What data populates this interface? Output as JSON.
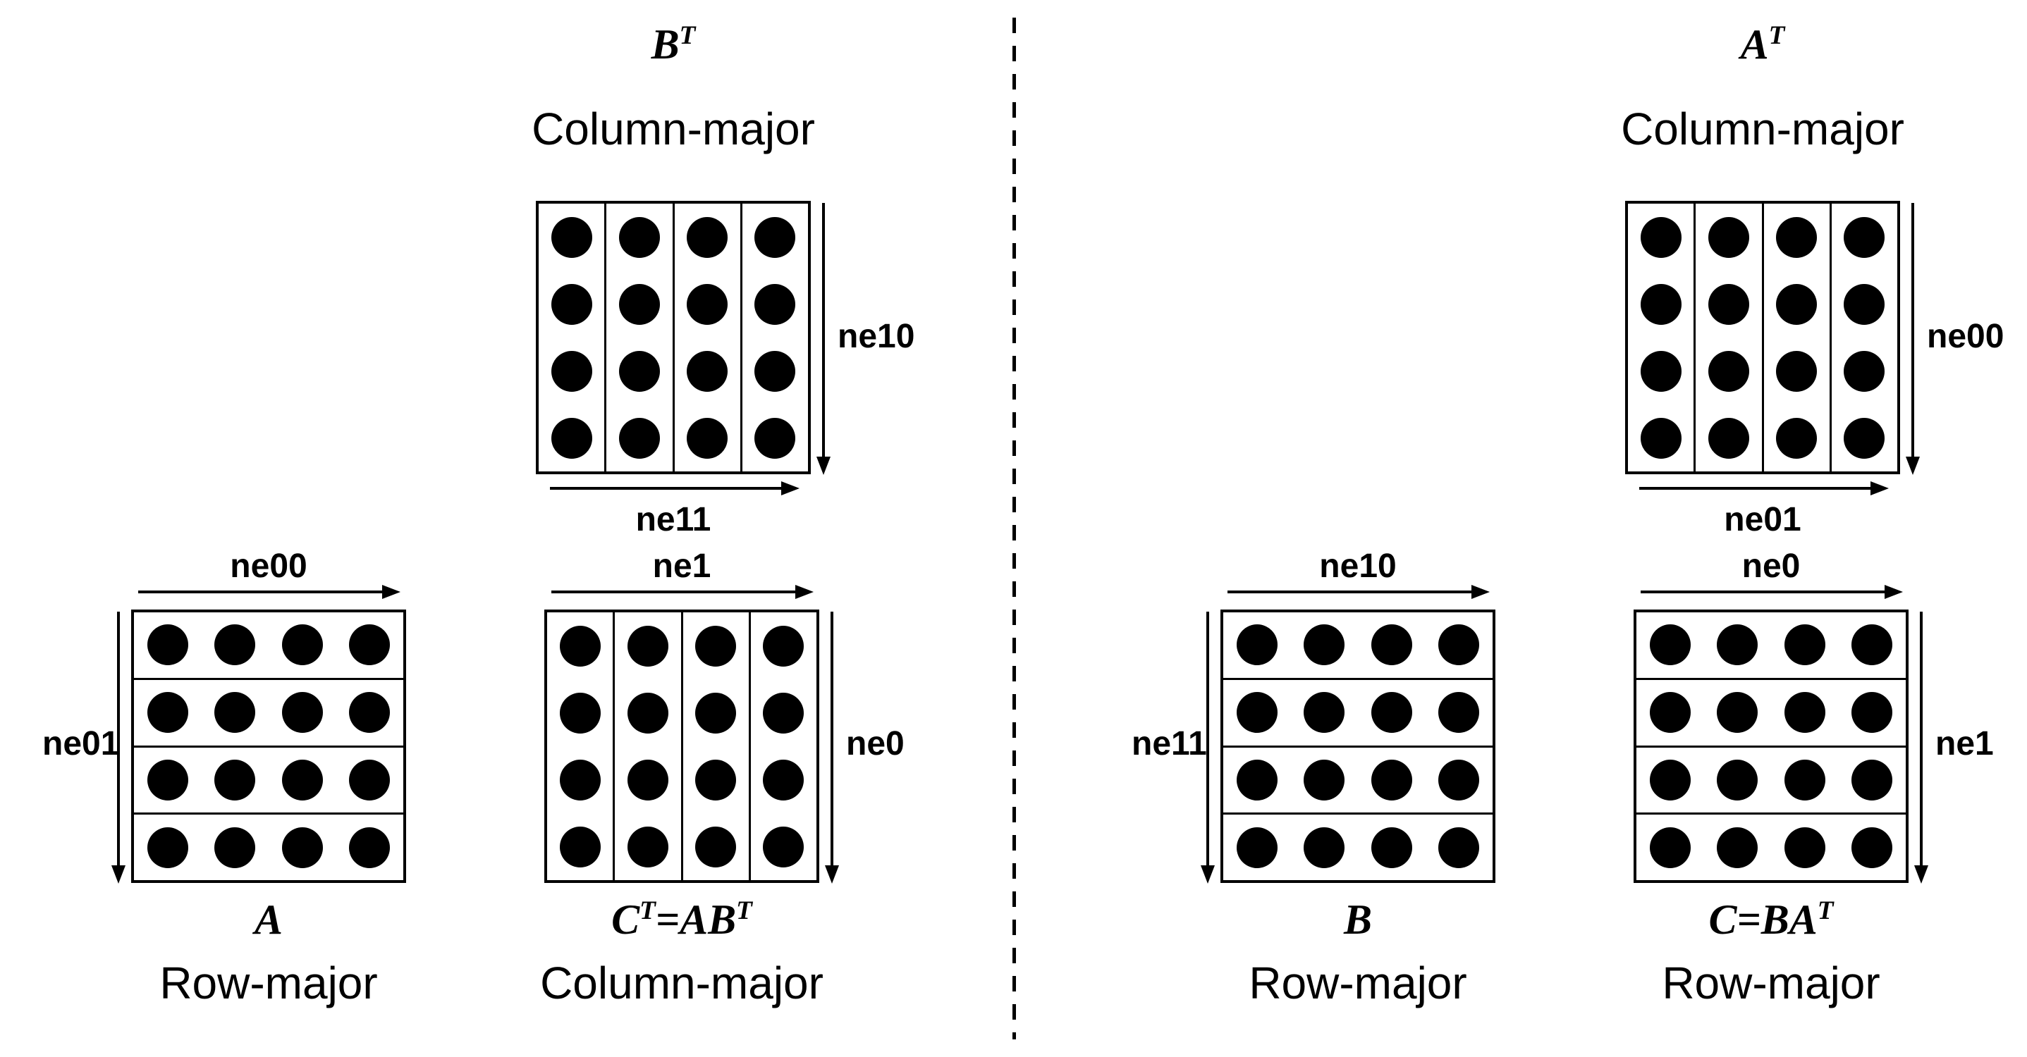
{
  "page": {
    "background": "#ffffff",
    "ink": "#000000"
  },
  "left_panel": {
    "matrices": {
      "bt": {
        "title": "B^T",
        "layout_label": "Column-major",
        "orientation": "column",
        "rows": 4,
        "cols": 4,
        "labels": {
          "right": "ne10",
          "bottom": "ne11"
        }
      },
      "a": {
        "title": "A",
        "layout_label": "Row-major",
        "orientation": "row",
        "rows": 4,
        "cols": 4,
        "labels": {
          "top": "ne00",
          "left": "ne01"
        }
      },
      "ct": {
        "title": "C^T=AB^T",
        "layout_label": "Column-major",
        "orientation": "column",
        "rows": 4,
        "cols": 4,
        "labels": {
          "top": "ne1",
          "right": "ne0"
        }
      }
    }
  },
  "right_panel": {
    "matrices": {
      "at": {
        "title": "A^T",
        "layout_label": "Column-major",
        "orientation": "column",
        "rows": 4,
        "cols": 4,
        "labels": {
          "right": "ne00",
          "bottom": "ne01"
        }
      },
      "b": {
        "title": "B",
        "layout_label": "Row-major",
        "orientation": "row",
        "rows": 4,
        "cols": 4,
        "labels": {
          "top": "ne10",
          "left": "ne11"
        }
      },
      "c": {
        "title": "C=BA^T",
        "layout_label": "Row-major",
        "orientation": "row",
        "rows": 4,
        "cols": 4,
        "labels": {
          "top": "ne0",
          "right": "ne1"
        }
      }
    }
  }
}
